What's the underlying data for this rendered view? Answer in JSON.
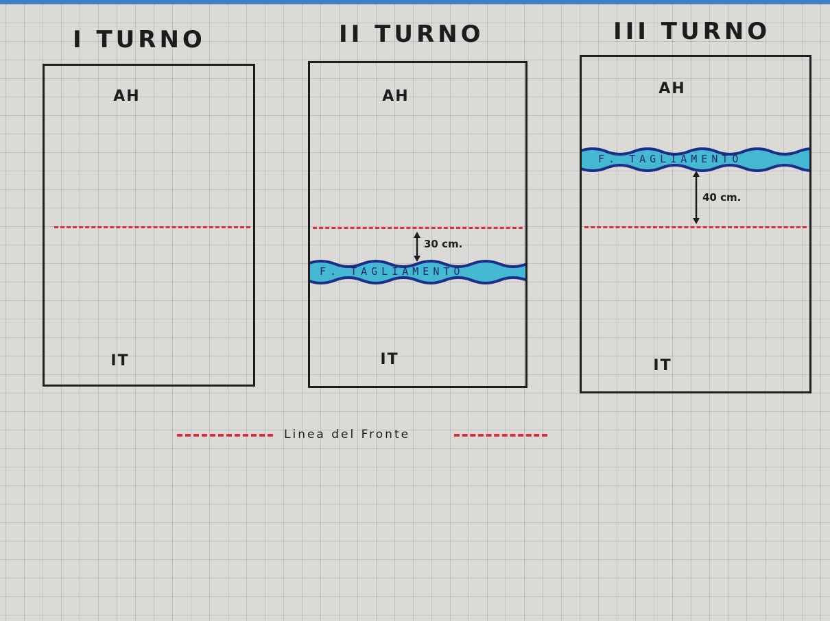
{
  "panels": [
    {
      "title": "I TURNO",
      "top_label": "AH",
      "bottom_label": "IT"
    },
    {
      "title": "II TURNO",
      "top_label": "AH",
      "bottom_label": "IT",
      "river_label": "F. TAGLIAMENTO",
      "distance_label": "30 cm."
    },
    {
      "title": "III TURNO",
      "top_label": "AH",
      "bottom_label": "IT",
      "river_label": "F. TAGLIAMENTO",
      "distance_label": "40 cm."
    }
  ],
  "legend": {
    "label": "Linea del Fronte"
  },
  "colors": {
    "front_line": "#d9303a",
    "river_fill": "#45b8d4",
    "river_outline": "#1c2d8a",
    "ink": "#1d1d1d"
  }
}
